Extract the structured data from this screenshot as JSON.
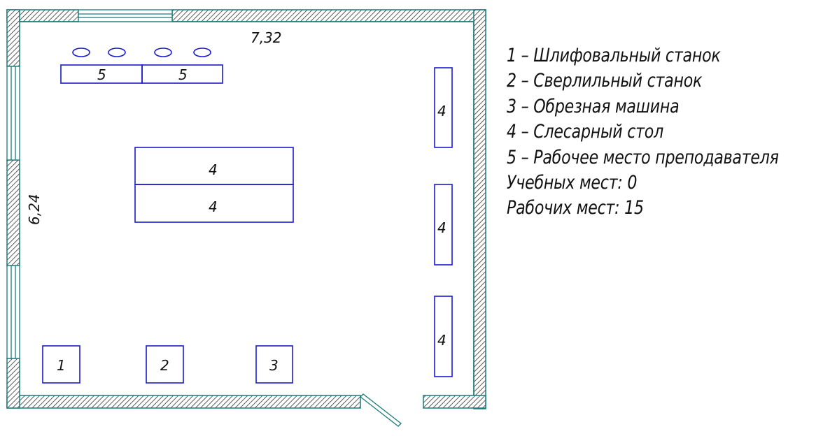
{
  "dimensions": {
    "width_label": "7,32",
    "height_label": "6,24"
  },
  "furniture": {
    "teacher_desk_1": "5",
    "teacher_desk_2": "5",
    "center_table_1": "4",
    "center_table_2": "4",
    "right_table_1": "4",
    "right_table_2": "4",
    "right_table_3": "4",
    "machine_1": "1",
    "machine_2": "2",
    "machine_3": "3"
  },
  "legend": [
    "1 – Шлифовальный станок",
    "2 – Сверлильный станок",
    "3 – Обрезная машина",
    "4 – Слесарный стол",
    "5 – Рабочее место преподавателя",
    "Учебных мест: 0",
    "Рабочих мест: 15"
  ],
  "colors": {
    "wall": "#1a7a7a",
    "hatch": "#333333",
    "furniture": "#1a1acc",
    "text": "#111111"
  }
}
